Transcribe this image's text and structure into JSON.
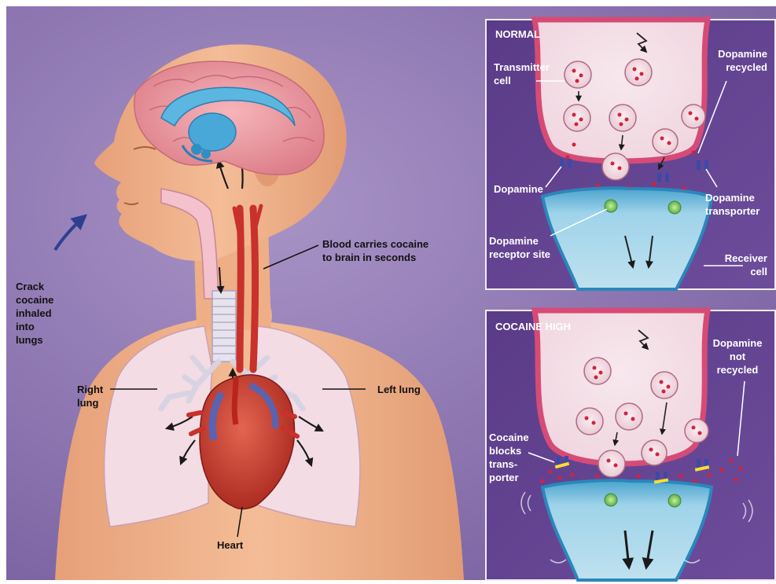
{
  "colors": {
    "background": "#8b74ad",
    "panel": "#5b3d86",
    "skin": "#f0b28c",
    "lung": "#f3dbe3",
    "artery": "#c8312c",
    "vein": "#5a63b0",
    "brain": "#e98f98",
    "neuron_top": "#d9517a",
    "neuron_bottom": "#77bedd",
    "dopamine": "#d8203a"
  },
  "icons": [
    "arrow-icon",
    "neuron-icon",
    "vesicle-icon",
    "transporter-icon"
  ],
  "body_labels": {
    "crack": [
      "Crack",
      "cocaine",
      "inhaled",
      "into",
      "lungs"
    ],
    "blood": [
      "Blood carries cocaine",
      "to brain in seconds"
    ],
    "right_lung": [
      "Right",
      "lung"
    ],
    "left_lung": "Left lung",
    "heart": "Heart"
  },
  "normal_panel": {
    "title": "NORMAL",
    "transmitter": [
      "Transmitter",
      "cell"
    ],
    "dopamine_recycled": [
      "Dopamine",
      "recycled"
    ],
    "dopamine": "Dopamine",
    "dopamine_transporter": [
      "Dopamine",
      "transporter"
    ],
    "receptor_site": [
      "Dopamine",
      "receptor site"
    ],
    "receiver": [
      "Receiver",
      "cell"
    ]
  },
  "cocaine_panel": {
    "title": "COCAINE HIGH",
    "not_recycled": [
      "Dopamine",
      "not",
      "recycled"
    ],
    "blocks": [
      "Cocaine",
      "blocks",
      "trans-",
      "porter"
    ]
  }
}
